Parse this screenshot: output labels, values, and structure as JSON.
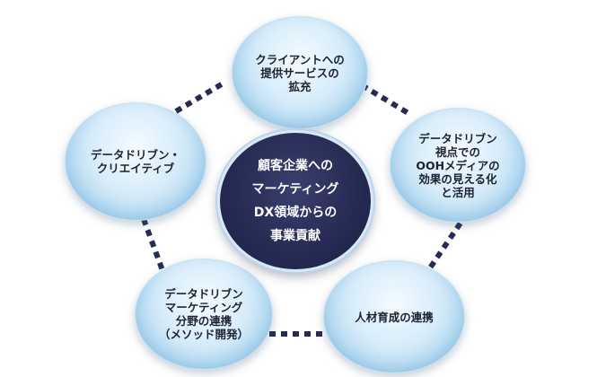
{
  "center": {
    "label": "顧客企業への\nマーケティング\nDX領域からの\n事業貢献"
  },
  "nodes": [
    {
      "label": "クライアントへの\n提供サービスの\n拡充"
    },
    {
      "label": "データドリブン\n視点での\nOOHメディアの\n効果の見える化\nと活用"
    },
    {
      "label": "人材育成の連携"
    },
    {
      "label": "データドリブン\nマーケティング\n分野の連携\n（メソッド開発）"
    },
    {
      "label": "データドリブン・\nクリエイティブ"
    }
  ],
  "colors": {
    "center_fill": "#252a52",
    "node_fill": "#d6ecfa",
    "link": "#262b55"
  }
}
